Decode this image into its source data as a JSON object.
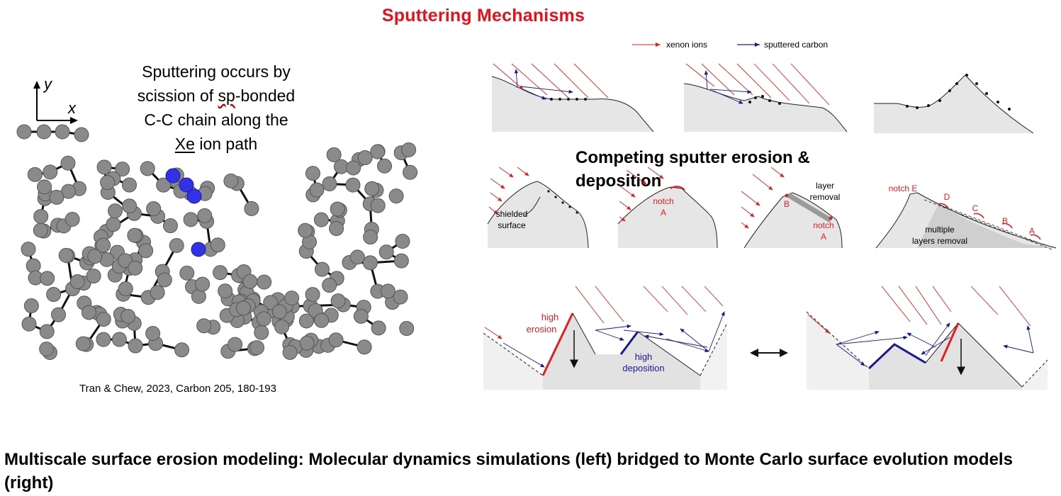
{
  "title": "Sputtering Mechanisms",
  "md": {
    "axis_y": "y",
    "axis_x": "x",
    "caption_pre1": "Sputtering occurs by",
    "caption_pre2": "scission of ",
    "caption_sp": "sp",
    "caption_post2": "-bonded",
    "caption_line3": "C-C chain along the",
    "caption_xe": "Xe",
    "caption_post4": " ion path",
    "citation": "Tran & Chew, 2023,  Carbon 205, 180-193"
  },
  "legend": {
    "xenon": "xenon ions",
    "carbon": "sputtered carbon"
  },
  "competing": {
    "line1": "Competing sputter erosion &",
    "line2": "deposition"
  },
  "panels": {
    "shielded1": "shielded",
    "shielded2": "surface",
    "notch": "notch",
    "a": "A",
    "b": "B",
    "c": "C",
    "d": "D",
    "notch_e": "notch E",
    "layer1": "layer",
    "layer2": "removal",
    "multiple1": "multiple",
    "multiple2": "layers removal",
    "high_erosion1": "high",
    "high_erosion2": "erosion",
    "high_dep1": "high",
    "high_dep2": "deposition"
  },
  "bottom": "Multiscale surface erosion modeling: Molecular dynamics simulations (left) bridged to Monte Carlo surface evolution models (right)",
  "colors": {
    "title": "#e8111b",
    "xenon": "#e02020",
    "carbon": "#1a1a8c",
    "erosion": "#e02020",
    "deposition": "#1a1a8c",
    "atom": "#8a8a8a",
    "highlight_atom": "#3030e0"
  }
}
